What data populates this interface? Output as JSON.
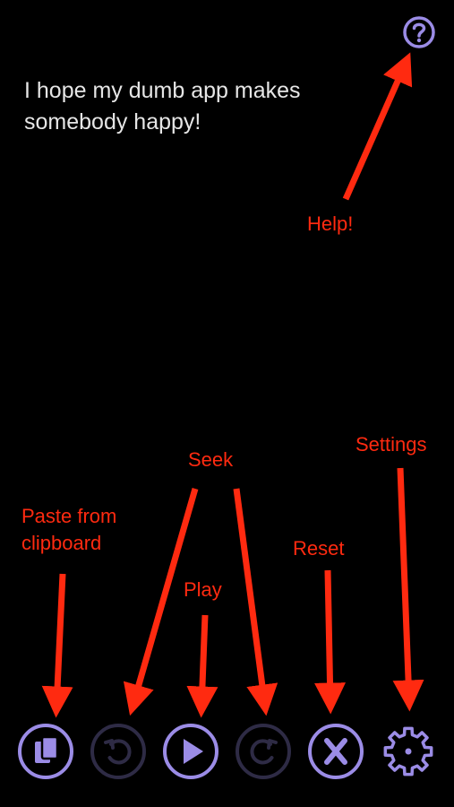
{
  "screen": {
    "message": "I hope my dumb app makes somebody happy!"
  },
  "toolbar": {
    "help_icon": "question-circle-icon",
    "paste_icon": "clipboard-icon",
    "seek_back_icon": "rotate-ccw-icon",
    "play_icon": "play-icon",
    "seek_forward_icon": "rotate-cw-icon",
    "reset_icon": "x-circle-icon",
    "settings_icon": "gear-icon"
  },
  "annotations": {
    "help": "Help!",
    "seek": "Seek",
    "settings": "Settings",
    "paste_line1": "Paste from",
    "paste_line2": "clipboard",
    "reset": "Reset",
    "play": "Play"
  },
  "colors": {
    "background": "#000000",
    "message_text": "#e6e6e6",
    "icon_active": "#9b8ce6",
    "icon_disabled": "#2e2b45",
    "annotation": "#ff2a10"
  }
}
